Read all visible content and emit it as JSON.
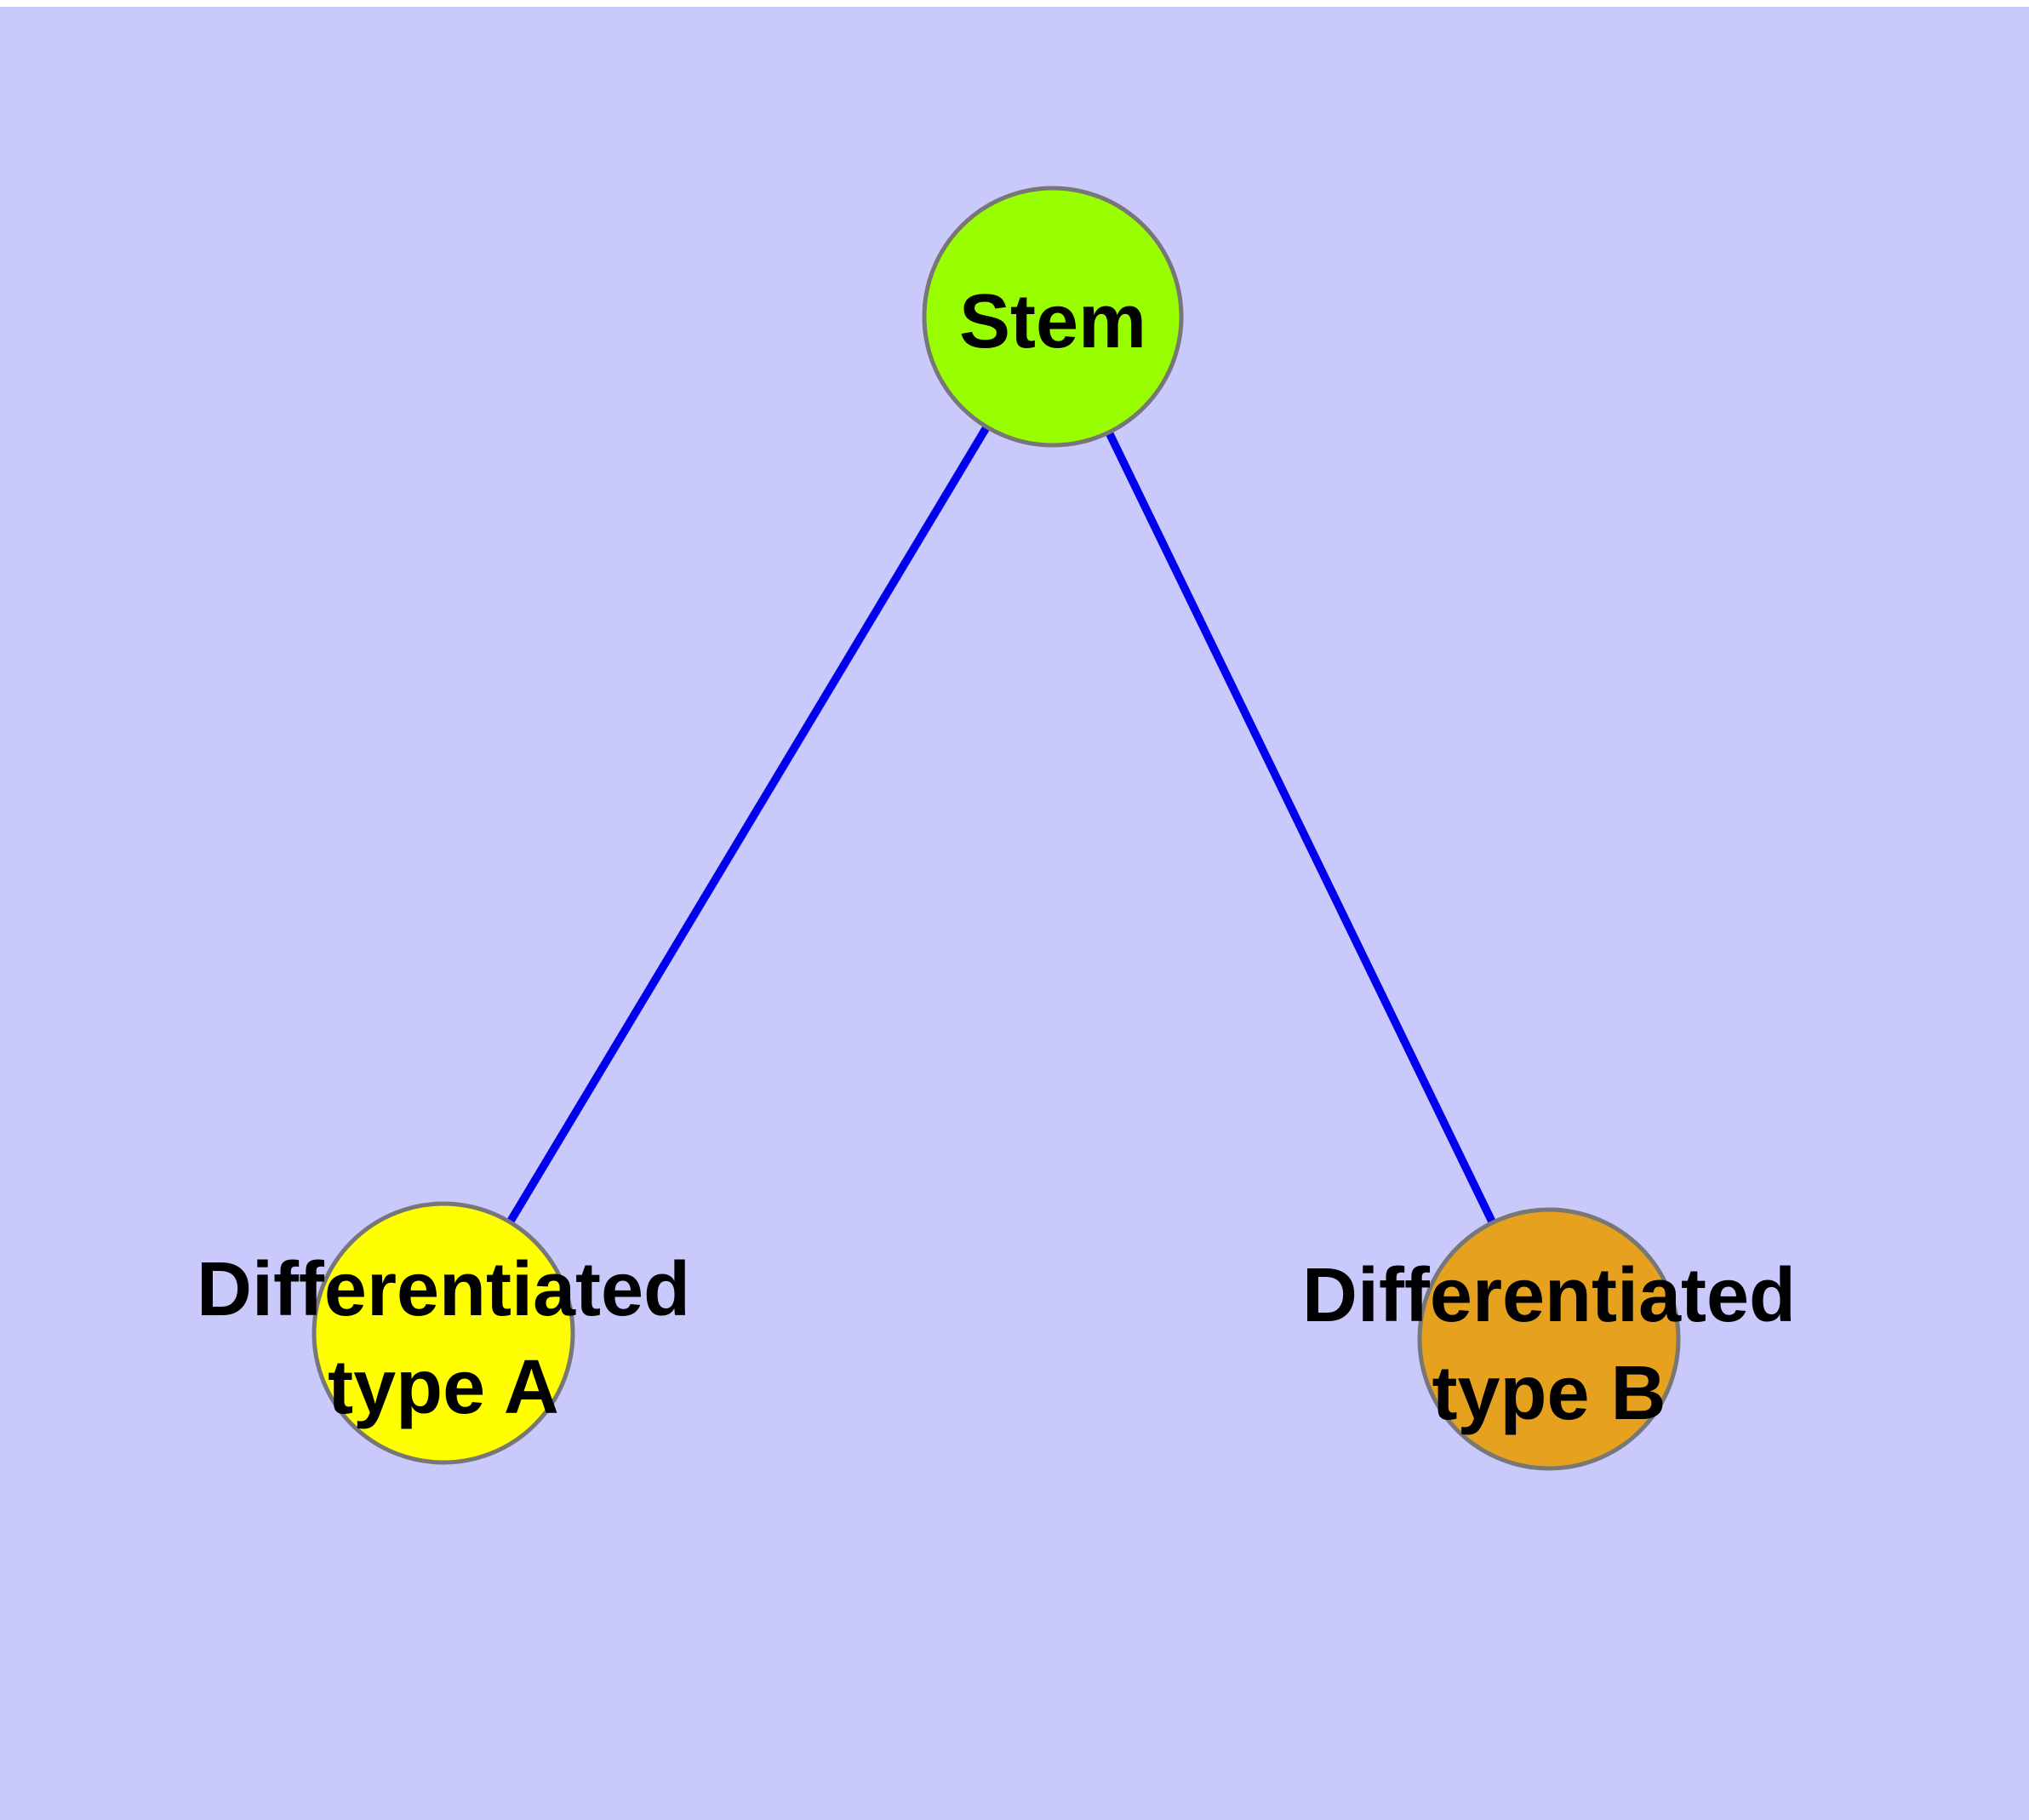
{
  "diagram": {
    "type": "node-link-graph",
    "background_color": "#c9c9fb",
    "top_margin_color": "#ffffff",
    "edge_color": "#0000ee",
    "node_border_color": "#777777",
    "label_color": "#000000",
    "nodes": {
      "stem": {
        "label": "Stem",
        "fill": "#99ff00"
      },
      "type_a": {
        "label_line1": "Differentiated",
        "label_line2": "type A",
        "fill": "#ffff00"
      },
      "type_b": {
        "label_line1": "Differentiated",
        "label_line2": "type B",
        "fill": "#e6a11e"
      }
    },
    "edges": [
      {
        "from": "Stem",
        "to": "Differentiated type A"
      },
      {
        "from": "Stem",
        "to": "Differentiated type B"
      }
    ]
  }
}
